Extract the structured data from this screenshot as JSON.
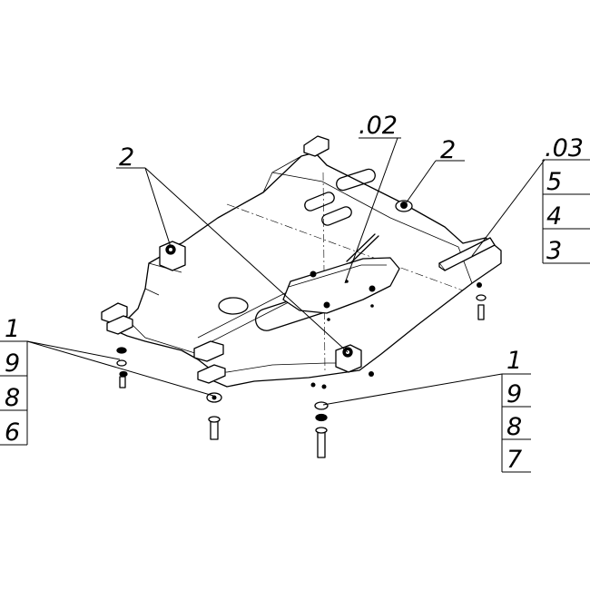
{
  "callouts": {
    "part_02": ".02",
    "part_03": ".03",
    "bracket_left": "2",
    "bracket_right": "2"
  },
  "stack_right_top": [
    "5",
    "4",
    "3"
  ],
  "stack_left": [
    "1",
    "9",
    "8",
    "6"
  ],
  "stack_right_bottom": [
    "1",
    "9",
    "8",
    "7"
  ]
}
